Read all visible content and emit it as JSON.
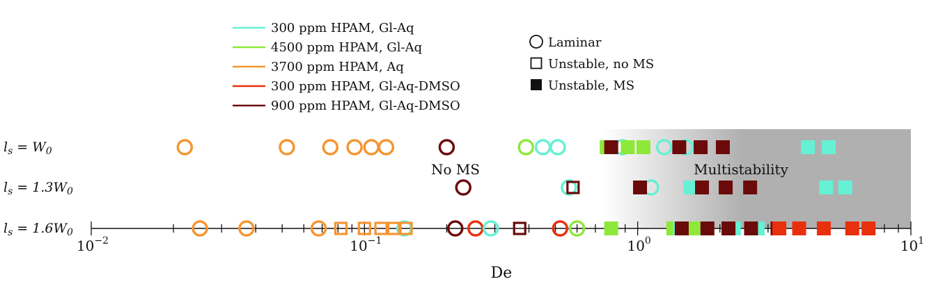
{
  "chart_data": {
    "type": "scatter",
    "xlabel": "De",
    "xscale": "log",
    "xlim": [
      0.01,
      10
    ],
    "x_ticks": [
      0.01,
      0.1,
      1,
      10
    ],
    "x_tick_labels": [
      {
        "base": "10",
        "exp": "−2"
      },
      {
        "base": "10",
        "exp": "−1"
      },
      {
        "base": "10",
        "exp": "0"
      },
      {
        "base": "10",
        "exp": "1"
      }
    ],
    "rows": [
      {
        "label": "l_s = W_0",
        "parts": [
          {
            "t": "l"
          },
          {
            "t": "s",
            "sub": true
          },
          {
            "t": " = W"
          },
          {
            "t": "0",
            "sub": true
          }
        ]
      },
      {
        "label": "l_s = 1.3W_0",
        "parts": [
          {
            "t": "l"
          },
          {
            "t": "s",
            "sub": true
          },
          {
            "t": " = 1.3W"
          },
          {
            "t": "0",
            "sub": true
          }
        ]
      },
      {
        "label": "l_s = 1.6W_0",
        "parts": [
          {
            "t": "l"
          },
          {
            "t": "s",
            "sub": true
          },
          {
            "t": " = 1.6W"
          },
          {
            "t": "0",
            "sub": true
          }
        ]
      }
    ],
    "series": [
      {
        "name": "300 ppm HPAM, Gl-Aq",
        "color": "#66f0d4"
      },
      {
        "name": "4500 ppm HPAM, Gl-Aq",
        "color": "#8ee83a"
      },
      {
        "name": "3700 ppm HPAM, Aq",
        "color": "#f59530"
      },
      {
        "name": "300 ppm HPAM, Gl-Aq-DMSO",
        "color": "#e8300e"
      },
      {
        "name": "900 ppm HPAM, Gl-Aq-DMSO",
        "color": "#6b0a0a"
      }
    ],
    "markers": [
      {
        "name": "Laminar",
        "shape": "circle"
      },
      {
        "name": "Unstable, no MS",
        "shape": "open-square"
      },
      {
        "name": "Unstable, MS",
        "shape": "filled-square"
      }
    ],
    "annotations": {
      "no_ms": "No MS",
      "multistability": "Multistability"
    },
    "multistability_region": {
      "xmin": 0.75,
      "xmax": 10,
      "color": "#b0b0b0"
    },
    "points": [
      {
        "row": 0,
        "s": 2,
        "x": 0.022,
        "m": "circle"
      },
      {
        "row": 0,
        "s": 2,
        "x": 0.052,
        "m": "circle"
      },
      {
        "row": 0,
        "s": 2,
        "x": 0.075,
        "m": "circle"
      },
      {
        "row": 0,
        "s": 2,
        "x": 0.092,
        "m": "circle"
      },
      {
        "row": 0,
        "s": 2,
        "x": 0.106,
        "m": "circle"
      },
      {
        "row": 0,
        "s": 2,
        "x": 0.12,
        "m": "circle"
      },
      {
        "row": 0,
        "s": 4,
        "x": 0.2,
        "m": "circle"
      },
      {
        "row": 0,
        "s": 1,
        "x": 0.39,
        "m": "circle"
      },
      {
        "row": 0,
        "s": 0,
        "x": 0.45,
        "m": "circle"
      },
      {
        "row": 0,
        "s": 0,
        "x": 0.51,
        "m": "circle"
      },
      {
        "row": 0,
        "s": 0,
        "x": 0.88,
        "m": "circle"
      },
      {
        "row": 0,
        "s": 0,
        "x": 1.25,
        "m": "circle"
      },
      {
        "row": 0,
        "s": 0,
        "x": 1.5,
        "m": "circle"
      },
      {
        "row": 0,
        "s": 1,
        "x": 0.77,
        "m": "filled-square"
      },
      {
        "row": 0,
        "s": 1,
        "x": 0.92,
        "m": "filled-square"
      },
      {
        "row": 0,
        "s": 1,
        "x": 1.05,
        "m": "filled-square"
      },
      {
        "row": 0,
        "s": 4,
        "x": 0.8,
        "m": "filled-square"
      },
      {
        "row": 0,
        "s": 4,
        "x": 1.42,
        "m": "filled-square"
      },
      {
        "row": 0,
        "s": 4,
        "x": 1.7,
        "m": "filled-square"
      },
      {
        "row": 0,
        "s": 4,
        "x": 2.05,
        "m": "filled-square"
      },
      {
        "row": 0,
        "s": 0,
        "x": 4.2,
        "m": "filled-square"
      },
      {
        "row": 0,
        "s": 0,
        "x": 5.0,
        "m": "filled-square"
      },
      {
        "row": 1,
        "s": 4,
        "x": 0.23,
        "m": "circle"
      },
      {
        "row": 1,
        "s": 0,
        "x": 0.56,
        "m": "circle"
      },
      {
        "row": 1,
        "s": 0,
        "x": 1.12,
        "m": "circle"
      },
      {
        "row": 1,
        "s": 4,
        "x": 0.58,
        "m": "open-square"
      },
      {
        "row": 1,
        "s": 4,
        "x": 1.02,
        "m": "filled-square"
      },
      {
        "row": 1,
        "s": 0,
        "x": 1.56,
        "m": "filled-square"
      },
      {
        "row": 1,
        "s": 4,
        "x": 1.72,
        "m": "filled-square"
      },
      {
        "row": 1,
        "s": 4,
        "x": 2.1,
        "m": "filled-square"
      },
      {
        "row": 1,
        "s": 4,
        "x": 2.58,
        "m": "filled-square"
      },
      {
        "row": 1,
        "s": 0,
        "x": 4.9,
        "m": "filled-square"
      },
      {
        "row": 1,
        "s": 0,
        "x": 5.75,
        "m": "filled-square"
      },
      {
        "row": 2,
        "s": 2,
        "x": 0.025,
        "m": "circle"
      },
      {
        "row": 2,
        "s": 2,
        "x": 0.037,
        "m": "circle"
      },
      {
        "row": 2,
        "s": 2,
        "x": 0.068,
        "m": "circle"
      },
      {
        "row": 2,
        "s": 0,
        "x": 0.14,
        "m": "circle"
      },
      {
        "row": 2,
        "s": 4,
        "x": 0.215,
        "m": "circle"
      },
      {
        "row": 2,
        "s": 3,
        "x": 0.255,
        "m": "circle"
      },
      {
        "row": 2,
        "s": 0,
        "x": 0.29,
        "m": "circle"
      },
      {
        "row": 2,
        "s": 3,
        "x": 0.52,
        "m": "circle"
      },
      {
        "row": 2,
        "s": 1,
        "x": 0.6,
        "m": "circle"
      },
      {
        "row": 2,
        "s": 2,
        "x": 0.082,
        "m": "open-square"
      },
      {
        "row": 2,
        "s": 2,
        "x": 0.1,
        "m": "open-square"
      },
      {
        "row": 2,
        "s": 2,
        "x": 0.115,
        "m": "open-square"
      },
      {
        "row": 2,
        "s": 2,
        "x": 0.128,
        "m": "open-square"
      },
      {
        "row": 2,
        "s": 2,
        "x": 0.142,
        "m": "open-square"
      },
      {
        "row": 2,
        "s": 4,
        "x": 0.37,
        "m": "open-square"
      },
      {
        "row": 2,
        "s": 1,
        "x": 0.8,
        "m": "filled-square"
      },
      {
        "row": 2,
        "s": 1,
        "x": 1.35,
        "m": "filled-square"
      },
      {
        "row": 2,
        "s": 1,
        "x": 1.6,
        "m": "filled-square"
      },
      {
        "row": 2,
        "s": 0,
        "x": 1.43,
        "m": "filled-square"
      },
      {
        "row": 2,
        "s": 0,
        "x": 2.25,
        "m": "filled-square"
      },
      {
        "row": 2,
        "s": 0,
        "x": 2.75,
        "m": "filled-square"
      },
      {
        "row": 2,
        "s": 4,
        "x": 1.45,
        "m": "filled-square"
      },
      {
        "row": 2,
        "s": 4,
        "x": 1.8,
        "m": "filled-square"
      },
      {
        "row": 2,
        "s": 4,
        "x": 2.15,
        "m": "filled-square"
      },
      {
        "row": 2,
        "s": 4,
        "x": 2.6,
        "m": "filled-square"
      },
      {
        "row": 2,
        "s": 4,
        "x": 3.25,
        "m": "filled-square"
      },
      {
        "row": 2,
        "s": 3,
        "x": 3.3,
        "m": "filled-square"
      },
      {
        "row": 2,
        "s": 3,
        "x": 3.9,
        "m": "filled-square"
      },
      {
        "row": 2,
        "s": 3,
        "x": 4.8,
        "m": "filled-square"
      },
      {
        "row": 2,
        "s": 3,
        "x": 6.1,
        "m": "filled-square"
      },
      {
        "row": 2,
        "s": 3,
        "x": 7.0,
        "m": "filled-square"
      }
    ]
  }
}
